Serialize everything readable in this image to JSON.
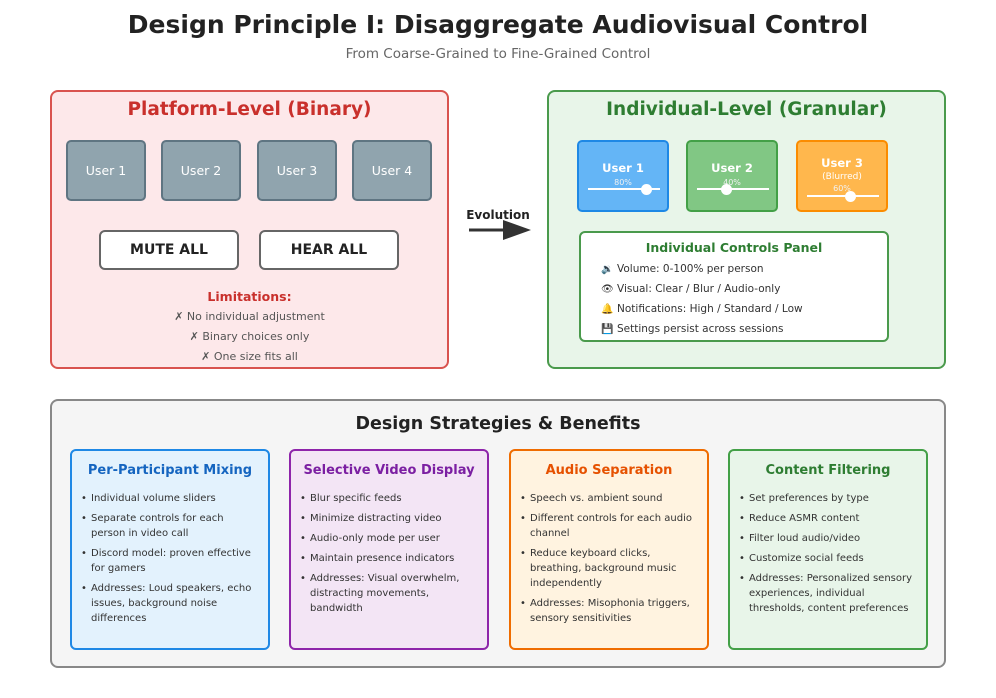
{
  "header": {
    "title": "Design Principle I: Disaggregate Audiovisual Control",
    "subtitle": "From Coarse-Grained to Fine-Grained Control"
  },
  "platform": {
    "title": "Platform-Level (Binary)",
    "users": [
      "User 1",
      "User 2",
      "User 3",
      "User 4"
    ],
    "buttons": {
      "mute_all": "MUTE ALL",
      "hear_all": "HEAR ALL"
    },
    "limitations_title": "Limitations:",
    "limitations": [
      "✗ No individual adjustment",
      "✗ Binary choices only",
      "✗ One size fits all"
    ]
  },
  "evolution": {
    "label": "Evolution"
  },
  "individual": {
    "title": "Individual-Level (Granular)",
    "users": [
      {
        "name": "User 1",
        "volume_label": "80%",
        "volume": 0.8,
        "note": "",
        "color": "#64b5f6",
        "border": "#1e88e5"
      },
      {
        "name": "User 2",
        "volume_label": "40%",
        "volume": 0.4,
        "note": "",
        "color": "#81c784",
        "border": "#43a047"
      },
      {
        "name": "User 3",
        "volume_label": "60%",
        "volume": 0.6,
        "note": "(Blurred)",
        "color": "#ffb74d",
        "border": "#fb8c00"
      }
    ],
    "panel_title": "Individual Controls Panel",
    "controls": [
      {
        "icon": "speaker-icon",
        "glyph": "🔉",
        "text": "Volume: 0-100% per person"
      },
      {
        "icon": "eye-icon",
        "glyph": "👁",
        "text": "Visual: Clear / Blur / Audio-only"
      },
      {
        "icon": "bell-icon",
        "glyph": "🔔",
        "text": "Notifications: High / Standard / Low"
      },
      {
        "icon": "save-icon",
        "glyph": "💾",
        "text": "Settings persist across sessions"
      }
    ]
  },
  "strategies": {
    "title": "Design Strategies & Benefits",
    "cards": [
      {
        "title": "Per-Participant Mixing",
        "title_color": "#1565c0",
        "bg": "#e3f2fd",
        "border": "#1e88e5",
        "items": [
          "Individual volume sliders",
          "Separate controls for each person in video call",
          "Discord model: proven effective for gamers",
          "Addresses: Loud speakers, echo issues, background noise differences"
        ]
      },
      {
        "title": "Selective Video Display",
        "title_color": "#7b1fa2",
        "bg": "#f3e5f5",
        "border": "#8e24aa",
        "items": [
          "Blur specific feeds",
          "Minimize distracting video",
          "Audio-only mode per user",
          "Maintain presence indicators",
          "Addresses: Visual overwhelm, distracting movements, bandwidth"
        ]
      },
      {
        "title": "Audio Separation",
        "title_color": "#e65100",
        "bg": "#fff3e0",
        "border": "#ef6c00",
        "items": [
          "Speech vs. ambient sound",
          "Different controls for each audio channel",
          "Reduce keyboard clicks, breathing, background music independently",
          "Addresses: Misophonia triggers, sensory sensitivities"
        ]
      },
      {
        "title": "Content Filtering",
        "title_color": "#2e7d32",
        "bg": "#e8f5e9",
        "border": "#43a047",
        "items": [
          "Set preferences by type",
          "Reduce ASMR content",
          "Filter loud audio/video",
          "Customize social feeds",
          "Addresses: Personalized sensory experiences, individual thresholds, content preferences"
        ]
      }
    ]
  }
}
